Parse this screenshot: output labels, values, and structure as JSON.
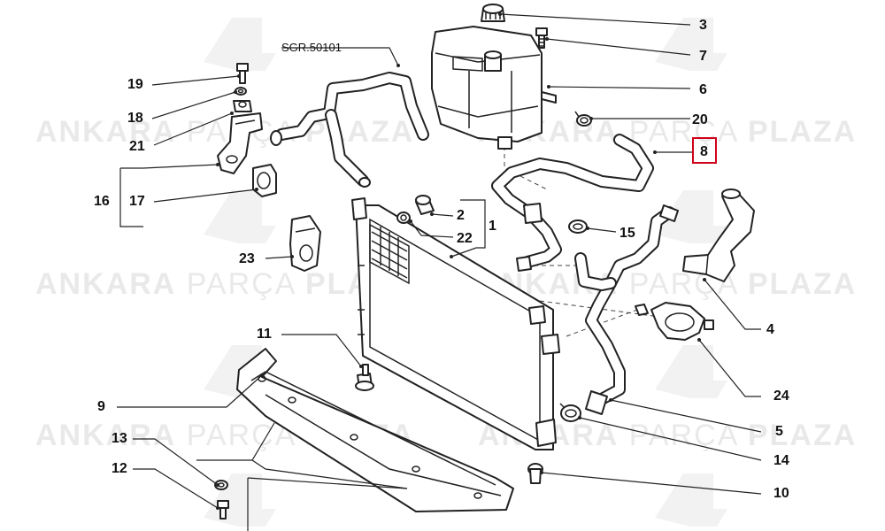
{
  "watermark": {
    "brand_a": "ANKARA",
    "brand_b": "PARÇA",
    "brand_c": "PLAZA"
  },
  "reference_label": "SGR.50101",
  "highlight_color": "#d0021b",
  "callouts": [
    {
      "id": "c3",
      "text": "3"
    },
    {
      "id": "c7",
      "text": "7"
    },
    {
      "id": "c6",
      "text": "6"
    },
    {
      "id": "c20",
      "text": "20"
    },
    {
      "id": "c8",
      "text": "8",
      "highlighted": true
    },
    {
      "id": "c19",
      "text": "19"
    },
    {
      "id": "c18",
      "text": "18"
    },
    {
      "id": "c21",
      "text": "21"
    },
    {
      "id": "c16",
      "text": "16"
    },
    {
      "id": "c17",
      "text": "17"
    },
    {
      "id": "c2",
      "text": "2"
    },
    {
      "id": "c1",
      "text": "1"
    },
    {
      "id": "c22",
      "text": "22"
    },
    {
      "id": "c15",
      "text": "15"
    },
    {
      "id": "c23",
      "text": "23"
    },
    {
      "id": "c4",
      "text": "4"
    },
    {
      "id": "c11",
      "text": "11"
    },
    {
      "id": "c24",
      "text": "24"
    },
    {
      "id": "c9",
      "text": "9"
    },
    {
      "id": "c5",
      "text": "5"
    },
    {
      "id": "c13",
      "text": "13"
    },
    {
      "id": "c14",
      "text": "14"
    },
    {
      "id": "c12",
      "text": "12"
    },
    {
      "id": "c10",
      "text": "10"
    }
  ]
}
